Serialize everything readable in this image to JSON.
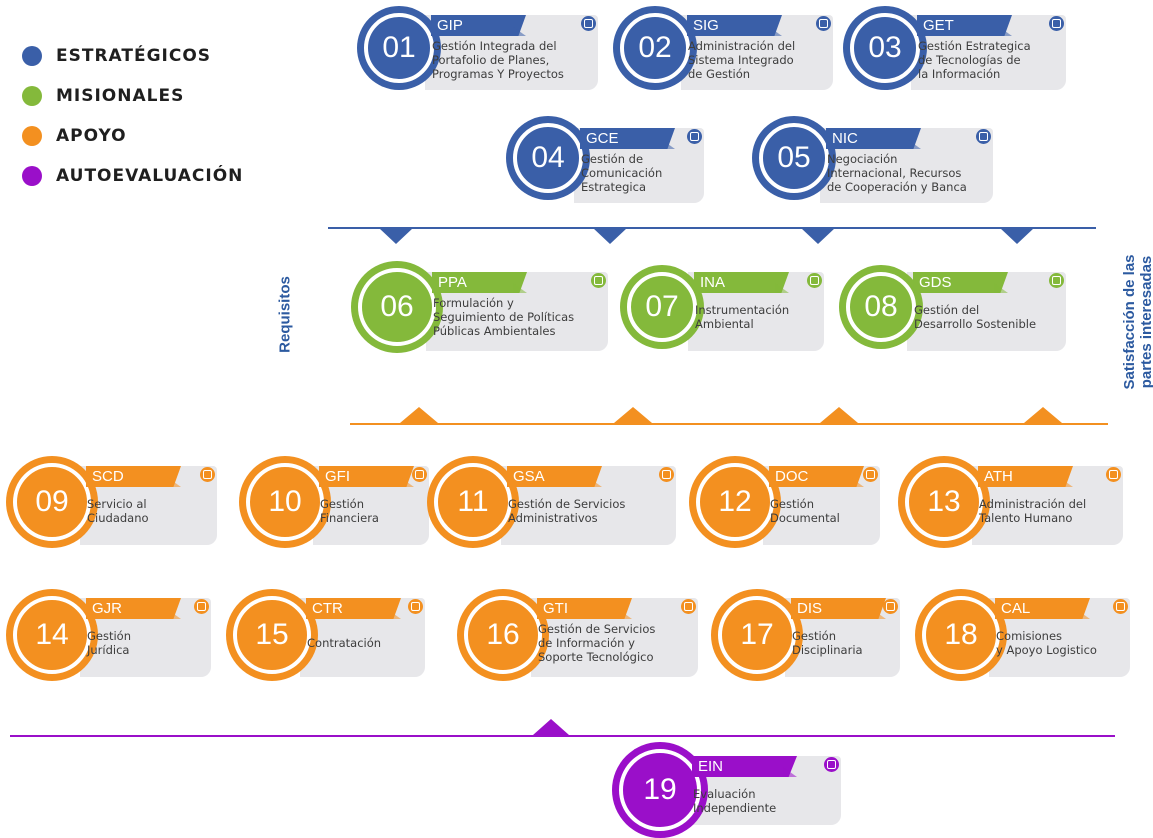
{
  "colors": {
    "estrategicos": "#3a5fa8",
    "misionales": "#84b93b",
    "apoyo": "#f39020",
    "autoevaluacion": "#9a0fc9"
  },
  "legend": [
    {
      "label": "ESTRATÉGICOS",
      "color": "#3a5fa8"
    },
    {
      "label": "MISIONALES",
      "color": "#84b93b"
    },
    {
      "label": "APOYO",
      "color": "#f39020"
    },
    {
      "label": "AUTOEVALUACIÓN",
      "color": "#9a0fc9"
    }
  ],
  "side_labels": {
    "left": "Requisitos",
    "right_line1": "Satisfacción de las",
    "right_line2": "partes interesadas"
  },
  "processes": [
    {
      "num": "01",
      "code": "GIP",
      "desc": "Gestión Integrada del\nPortafolio de Planes,\nProgramas Y Proyectos",
      "group": "estrategicos",
      "icon": "portfolio-icon"
    },
    {
      "num": "02",
      "code": "SIG",
      "desc": "Administración del\nSistema Integrado\nde Gestión",
      "group": "estrategicos",
      "icon": "system-icon"
    },
    {
      "num": "03",
      "code": "GET",
      "desc": "Gestión Estrategica\nde Tecnologías de\nla Información",
      "group": "estrategicos",
      "icon": "technology-icon"
    },
    {
      "num": "04",
      "code": "GCE",
      "desc": "Gestión de\nComunicación\nEstrategica",
      "group": "estrategicos",
      "icon": "communication-icon"
    },
    {
      "num": "05",
      "code": "NIC",
      "desc": "Negociación\nInternacional, Recursos\nde Cooperación y Banca",
      "group": "estrategicos",
      "icon": "chat-icon"
    },
    {
      "num": "06",
      "code": "PPA",
      "desc": "Formulación y\nSeguimiento de Políticas\nPúblicas Ambientales",
      "group": "misionales",
      "icon": "document-icon"
    },
    {
      "num": "07",
      "code": "INA",
      "desc": "Instrumentación\nAmbiental",
      "group": "misionales",
      "icon": "tools-icon"
    },
    {
      "num": "08",
      "code": "GDS",
      "desc": "Gestión del\nDesarrollo Sostenible",
      "group": "misionales",
      "icon": "growth-icon"
    },
    {
      "num": "09",
      "code": "SCD",
      "desc": "Servicio al\nCiudadano",
      "group": "apoyo",
      "icon": "headset-icon"
    },
    {
      "num": "10",
      "code": "GFI",
      "desc": "Gestión\nFinanciera",
      "group": "apoyo",
      "icon": "money-icon"
    },
    {
      "num": "11",
      "code": "GSA",
      "desc": "Gestión de Servicios\nAdministrativos",
      "group": "apoyo",
      "icon": "network-icon"
    },
    {
      "num": "12",
      "code": "DOC",
      "desc": "Gestión\nDocumental",
      "group": "apoyo",
      "icon": "monitor-icon"
    },
    {
      "num": "13",
      "code": "ATH",
      "desc": "Administración del\nTalento Humano",
      "group": "apoyo",
      "icon": "id-card-icon"
    },
    {
      "num": "14",
      "code": "GJR",
      "desc": "Gestión\nJurídica",
      "group": "apoyo",
      "icon": "gavel-icon"
    },
    {
      "num": "15",
      "code": "CTR",
      "desc": "Contratación",
      "group": "apoyo",
      "icon": "contract-icon"
    },
    {
      "num": "16",
      "code": "GTI",
      "desc": "Gestión de Servicios\nde Información y\nSoporte Tecnológico",
      "group": "apoyo",
      "icon": "chart-icon"
    },
    {
      "num": "17",
      "code": "DIS",
      "desc": "Gestión\nDisciplinaria",
      "group": "apoyo",
      "icon": "file-icon"
    },
    {
      "num": "18",
      "code": "CAL",
      "desc": "Comisiones\ny Apoyo Logistico",
      "group": "apoyo",
      "icon": "logistics-icon"
    },
    {
      "num": "19",
      "code": "EIN",
      "desc": "Evaluación\nIndependiente",
      "group": "autoevaluacion",
      "icon": "evaluation-icon"
    }
  ]
}
